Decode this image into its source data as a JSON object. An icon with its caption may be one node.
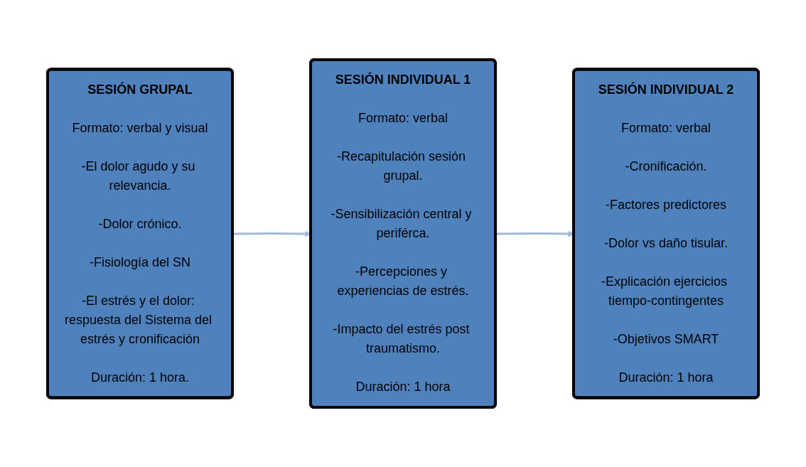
{
  "diagram": {
    "nodes": [
      {
        "text": [
          "SESIÓN GRUPAL",
          "Formato: verbal y visual",
          "-El dolor agudo y su relevancia.",
          "-Dolor crónico.",
          "-Fisiología del SN",
          "-El estrés y el dolor: respuesta del Sistema del estrés y cronificación",
          "Duración: 1 hora."
        ]
      },
      {
        "text": [
          "SESIÓN INDIVIDUAL 1",
          "Formato: verbal",
          "-Recapitulación sesión grupal.",
          "-Sensibilización central y periférca.",
          "-Percepciones y experiencias de estrés.",
          "-Impacto del estrés post traumatismo.",
          "Duración: 1 hora"
        ]
      },
      {
        "text": [
          "SESIÓN INDIVIDUAL 2",
          "Formato: verbal",
          "-Cronificación.",
          "-Factores predictores",
          "-Dolor vs daño tisular.",
          "-Explicación ejercicios tiempo-contingentes",
          "-Objetivos SMART",
          "Duración: 1 hora"
        ]
      }
    ],
    "edges": [
      {
        "from": 0,
        "to": 1,
        "arrow": "to"
      },
      {
        "from": 1,
        "to": 2,
        "arrow": "to"
      }
    ]
  }
}
